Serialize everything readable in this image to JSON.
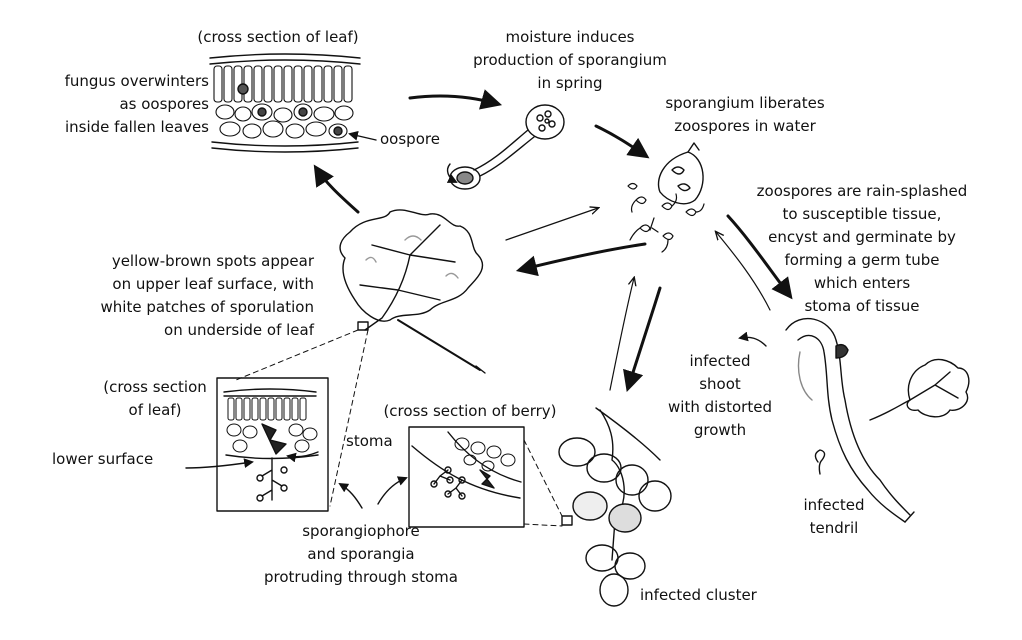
{
  "diagram": {
    "ink_color": "#111111",
    "background": "#ffffff",
    "labels": {
      "leaf_section_title": "(cross section of leaf)",
      "overwinter": "fungus overwinters\nas oospores\ninside fallen leaves",
      "oospore": "oospore",
      "moisture": "moisture induces\nproduction of sporangium\nin spring",
      "sporangium_liberates": "sporangium liberates\nzoospores in water",
      "zoospores_splash": "zoospores are rain-splashed\nto susceptible tissue,\nencyst and germinate by\nforming a germ tube\nwhich enters\nstoma of tissue",
      "yellow_spots": "yellow-brown spots appear\non upper leaf surface, with\nwhite patches of sporulation\non underside of leaf",
      "infected_shoot": "infected\nshoot\nwith distorted\ngrowth",
      "leaf_section2": "(cross section\nof leaf)",
      "lower_surface": "lower surface",
      "stoma": "stoma",
      "berry_section": "(cross section of berry)",
      "sporangiophore": "sporangiophore\nand sporangia\nprotruding through stoma",
      "infected_cluster": "infected cluster",
      "infected_tendril": "infected\ntendril"
    },
    "illustrations": [
      "leaf-cross-section-oospores",
      "germinating-oospore",
      "sporangium",
      "zoospores",
      "infected-leaf",
      "leaf-cross-section-sporulation",
      "berry-cross-section",
      "infected-grape-cluster",
      "infected-shoot-with-tendril"
    ]
  }
}
